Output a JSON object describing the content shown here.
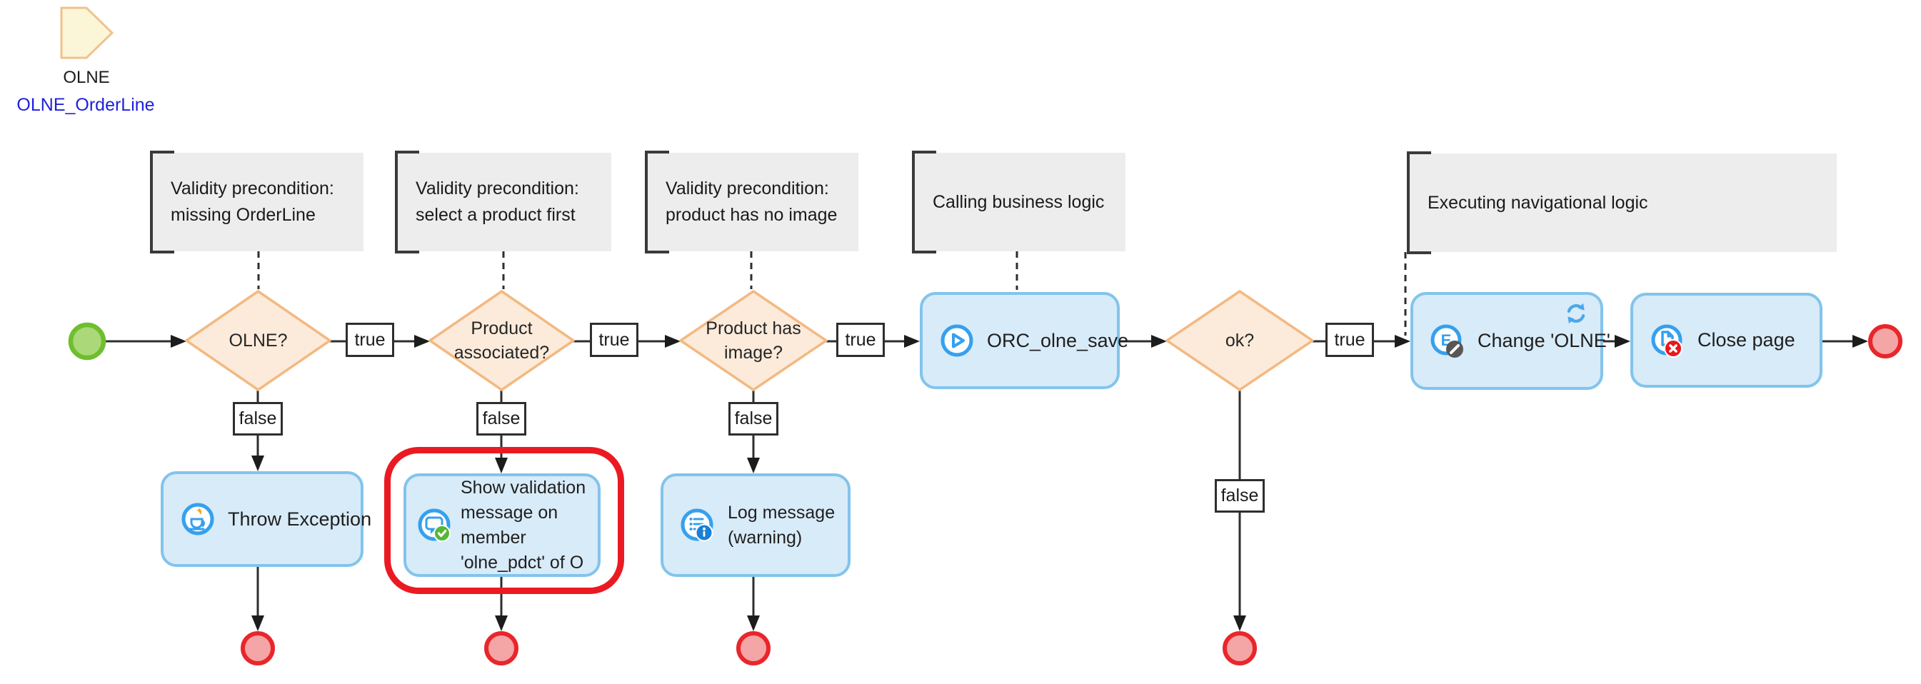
{
  "flag": {
    "name": "OLNE",
    "reference": "OLNE_OrderLine"
  },
  "comments": [
    {
      "line1": "Validity precondition:",
      "line2": "missing OrderLine"
    },
    {
      "line1": "Validity precondition:",
      "line2": "select a product first"
    },
    {
      "line1": "Validity precondition:",
      "line2": "product has no image"
    },
    {
      "text": "Calling business logic"
    },
    {
      "text": "Executing navigational logic"
    }
  ],
  "decisions": [
    {
      "label": "OLNE?"
    },
    {
      "line1": "Product",
      "line2": "associated?"
    },
    {
      "line1": "Product has",
      "line2": "image?"
    },
    {
      "label": "ok?"
    }
  ],
  "edge_labels": {
    "true": "true",
    "false": "false"
  },
  "nodes": {
    "orc": {
      "label": "ORC_olne_save",
      "icon": "play-icon"
    },
    "change": {
      "label": "Change 'OLNE'",
      "icon": "edit-entity-icon",
      "corner_icon": "refresh-icon"
    },
    "close": {
      "label": "Close page",
      "icon": "close-page-icon"
    },
    "throw": {
      "label": "Throw Exception",
      "icon": "exception-icon"
    },
    "show": {
      "line1": "Show validation",
      "line2": "message on",
      "line3": "member",
      "line4": "'olne_pdct' of O",
      "icon": "validation-message-icon"
    },
    "log": {
      "line1": "Log message",
      "line2": "(warning)",
      "icon": "log-message-icon"
    }
  },
  "colors": {
    "node_fill": "#D8EBF8",
    "node_border": "#82C4EC",
    "diamond_fill": "#FCEBDB",
    "diamond_border": "#F3B981",
    "comment_fill": "#EDEDED",
    "bracket": "#3a3a3a",
    "start_fill": "#ABD879",
    "start_border": "#6FBE2D",
    "end_fill": "#F4A5A5",
    "end_border": "#E9262B",
    "highlight_red": "#EB1A22",
    "icon_blue": "#35A0EE",
    "link_blue": "#2020DC",
    "connector": "#2e2e2e",
    "flag_fill": "#FCF6D8",
    "flag_border": "#EFC28C"
  }
}
